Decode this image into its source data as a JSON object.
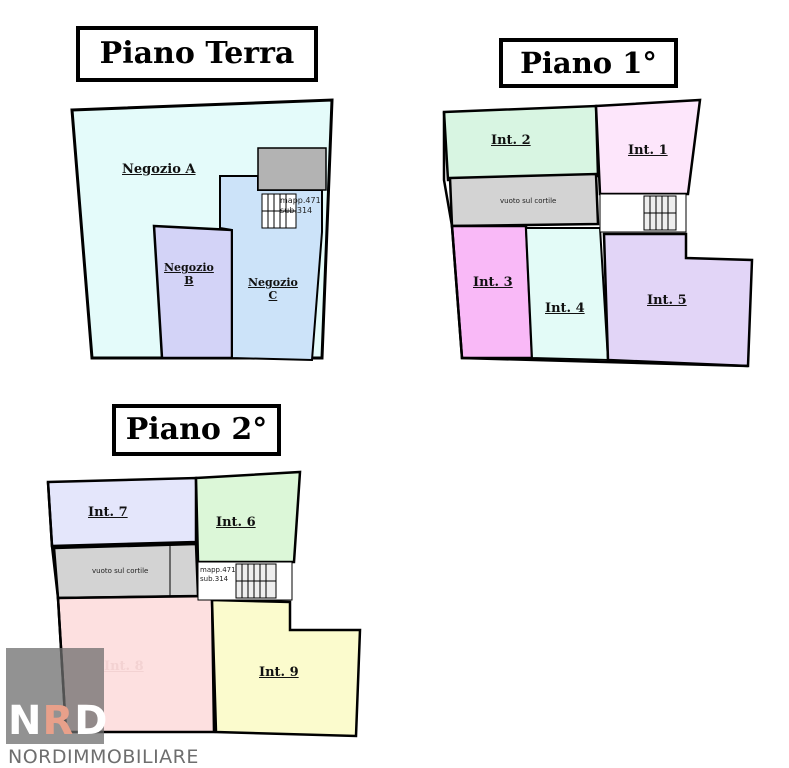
{
  "titles": {
    "ground": "Piano Terra",
    "first": "Piano 1°",
    "second": "Piano 2°"
  },
  "ground_floor": {
    "negozio_a": "Negozio A",
    "negozio_b": "Negozio\nB",
    "negozio_c": "Negozio\nC",
    "stair_ref": "mapp.471\nsub.314"
  },
  "first_floor": {
    "int1": "Int. 1",
    "int2": "Int. 2",
    "int3": "Int. 3",
    "int4": "Int. 4",
    "int5": "Int. 5",
    "courtyard": "vuoto sul cortile"
  },
  "second_floor": {
    "int6": "Int. 6",
    "int7": "Int. 7",
    "int8": "Int. 8",
    "int9": "Int. 9",
    "courtyard": "vuoto sul cortile",
    "stair_ref": "mapp.471\nsub.314"
  },
  "logo": {
    "mark_n": "N",
    "mark_r": "R",
    "mark_d": "D",
    "name": "NORDIMMOBILIARE"
  },
  "colors": {
    "negozio_a": "#e4fbfa",
    "negozio_b": "#d3d3f7",
    "negozio_c": "#cce3f9",
    "int1": "#fde6fb",
    "int2": "#d8f5e2",
    "int3": "#f9b9f7",
    "int4": "#e3fbf7",
    "int5": "#e2d5f7",
    "int6": "#dcf7d8",
    "int7": "#e4e6fb",
    "int8": "#fde0e0",
    "int9": "#fbfbcd",
    "courtyard": "#d3d3d3",
    "stairs": "#a8a8a8"
  }
}
